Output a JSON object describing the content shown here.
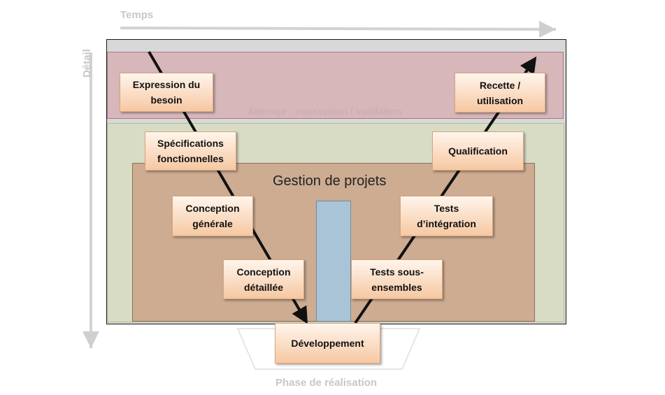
{
  "axes": {
    "time_label": "Temps",
    "detail_label": "Détail",
    "realisation_label": "Phase de réalisation"
  },
  "bands": {
    "faded_label": "Alterage : conception / validation"
  },
  "project": {
    "title": "Gestion de projets"
  },
  "nodes": {
    "expression": "Expression du\nbesoin",
    "specifications": "Spécifications\nfonctionnelles",
    "conception_generale": "Conception\ngénérale",
    "conception_detaillee": "Conception\ndétaillée",
    "developpement": "Développement",
    "tests_sous_ensembles": "Tests sous-\nensembles",
    "tests_integration": "Tests\nd’intégration",
    "qualification": "Qualification",
    "recette": "Recette /\nutilisation"
  },
  "colors": {
    "node_fill": "#f6c8a2",
    "top_band": "#d7b7ba",
    "green_band": "#d8dcc5",
    "project_box": "#cdac92",
    "center_bar": "#a9c4d6",
    "axis_gray": "#c8c8c8"
  }
}
